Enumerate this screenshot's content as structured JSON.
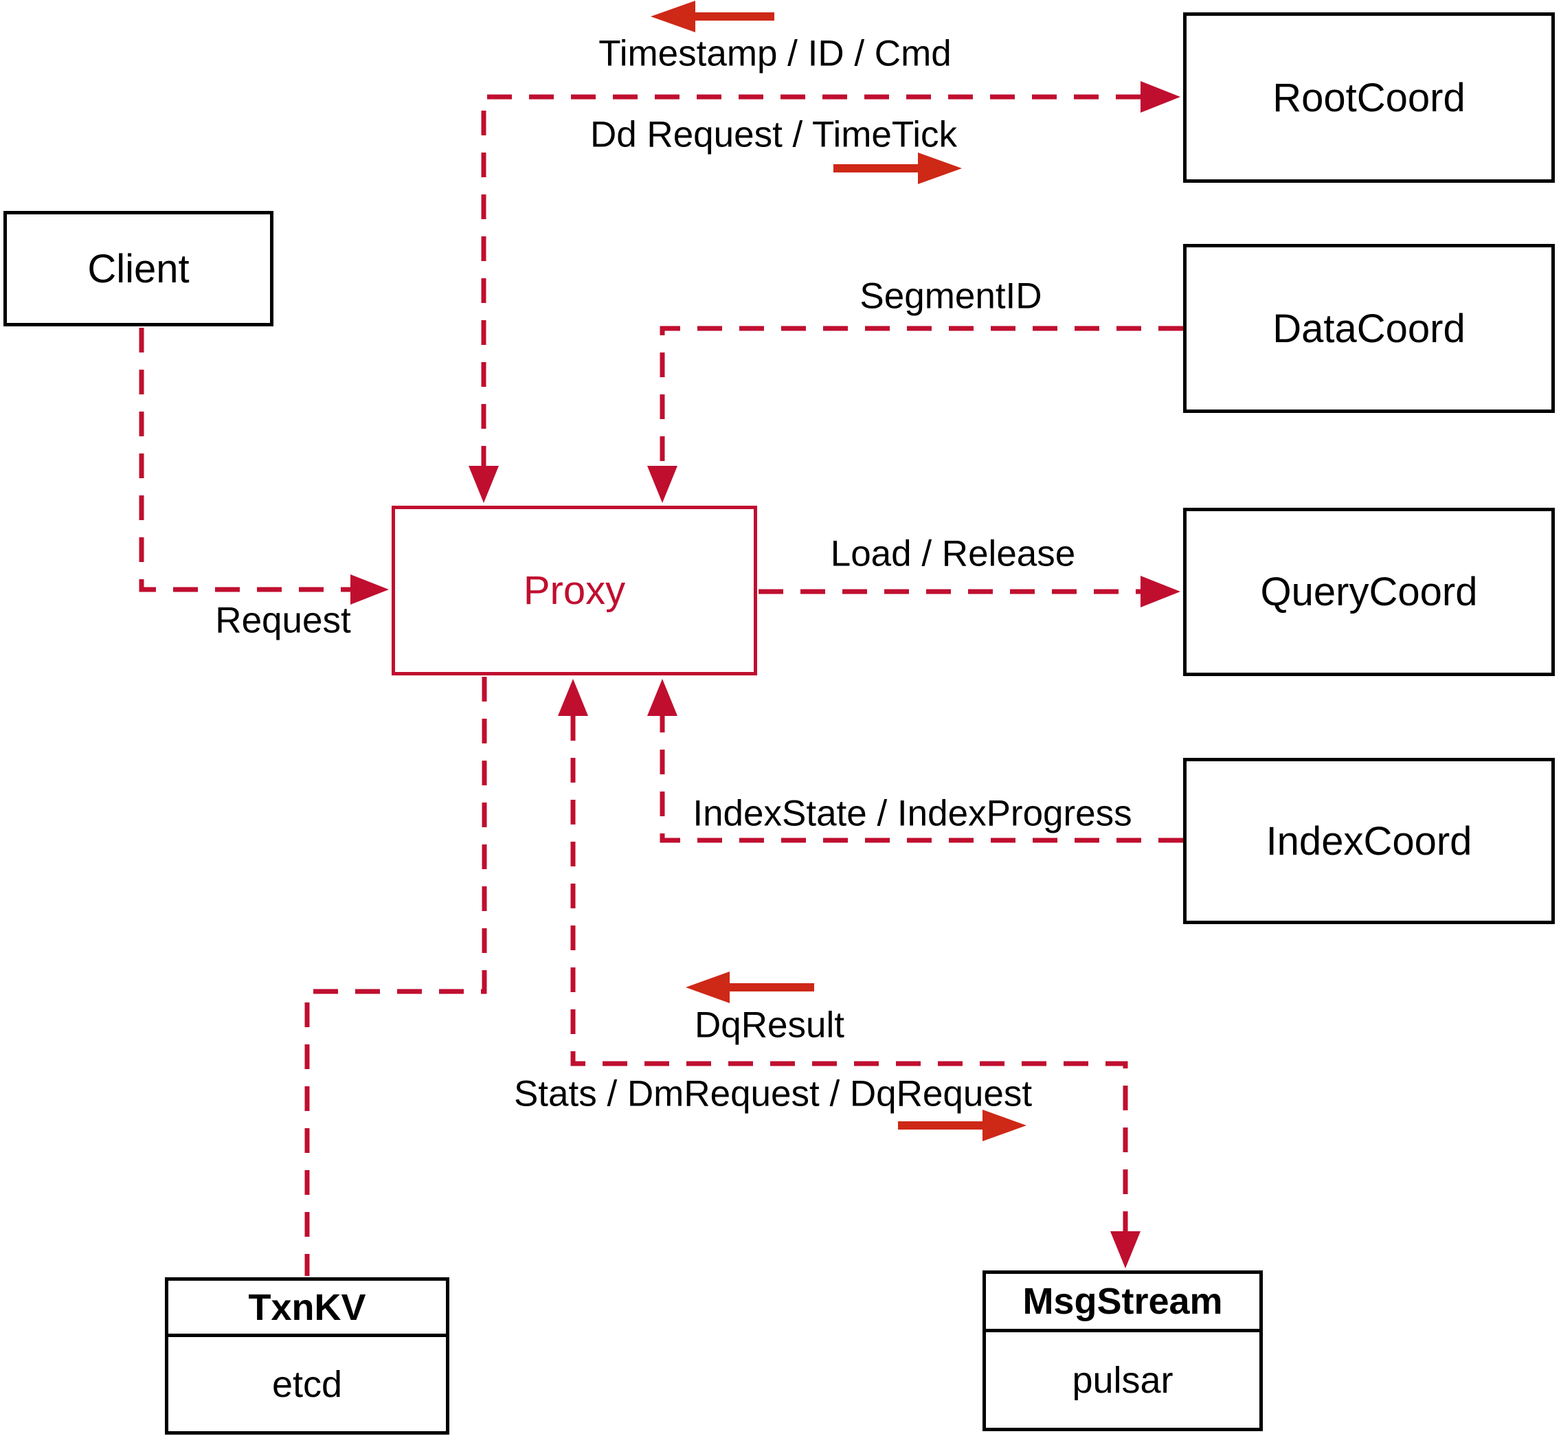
{
  "nodes": {
    "client": {
      "label": "Client"
    },
    "proxy": {
      "label": "Proxy"
    },
    "root_coord": {
      "label": "RootCoord"
    },
    "data_coord": {
      "label": "DataCoord"
    },
    "query_coord": {
      "label": "QueryCoord"
    },
    "index_coord": {
      "label": "IndexCoord"
    },
    "txn_kv": {
      "title": "TxnKV",
      "implementation": "etcd"
    },
    "msg_stream": {
      "title": "MsgStream",
      "implementation": "pulsar"
    }
  },
  "edge_labels": {
    "timestamp_id_cmd": "Timestamp / ID / Cmd",
    "dd_request_timetick": "Dd Request / TimeTick",
    "segment_id": "SegmentID",
    "load_release": "Load / Release",
    "request": "Request",
    "index_state_progress": "IndexState / IndexProgress",
    "dq_result": "DqResult",
    "stats_dm_dq": "Stats / DmRequest / DqRequest"
  },
  "colors": {
    "connector_red": "#c00e2f",
    "flow_arrow_red": "#ce2817",
    "box_border_black": "#000000",
    "proxy_red": "#c00e2f",
    "label_black": "#000000",
    "background": "#ffffff"
  }
}
